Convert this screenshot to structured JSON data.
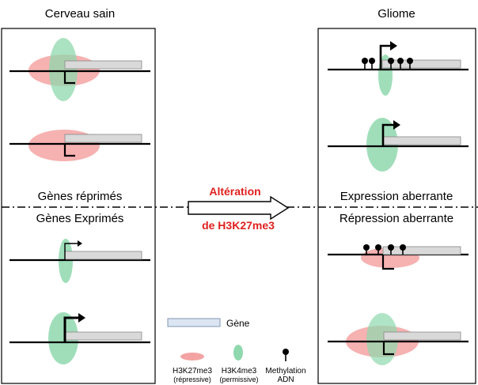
{
  "titles": {
    "left": "Cerveau sain",
    "right": "Gliome"
  },
  "sections": {
    "left_top": "Gènes réprimés",
    "left_bottom": "Gènes Exprimés",
    "right_top": "Expression aberrante",
    "right_bottom": "Répression aberrante"
  },
  "arrow": {
    "line1": "Altération",
    "line2": "de H3K27me3",
    "color": "#e02020"
  },
  "legend": {
    "gene": "Gène",
    "h3k27": "H3K27me3",
    "h3k27_sub": "(répressive)",
    "h3k4": "H3K4me3",
    "h3k4_sub": "(permissive)",
    "meth": "Methylation",
    "meth_sub": "ADN"
  },
  "colors": {
    "repressive": "#f4a3a3",
    "permissive": "#8fd8ae",
    "gene_fill": "#d9d9d9",
    "legend_gene_fill": "#dce6f2",
    "legend_gene_border": "#7f96b2"
  }
}
